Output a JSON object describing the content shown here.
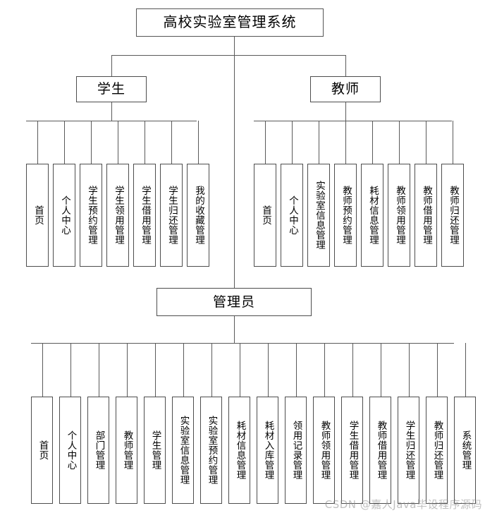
{
  "diagram": {
    "type": "tree",
    "title": "高校实验室管理系统",
    "root": {
      "label": "高校实验室管理系统"
    },
    "roles": [
      {
        "id": "student",
        "label": "学生",
        "children": [
          "首页",
          "个人中心",
          "学生预约管理",
          "学生领用管理",
          "学生借用管理",
          "学生归还管理",
          "我的收藏管理"
        ]
      },
      {
        "id": "teacher",
        "label": "教师",
        "children": [
          "首页",
          "个人中心",
          "实验室信息管理",
          "教师预约管理",
          "耗材信息管理",
          "教师领用管理",
          "教师借用管理",
          "教师归还管理"
        ]
      },
      {
        "id": "admin",
        "label": "管理员",
        "children": [
          "首页",
          "个人中心",
          "部门管理",
          "教师管理",
          "学生管理",
          "实验室信息管理",
          "实验室预约管理",
          "耗材信息管理",
          "耗材入库管理",
          "领用记录管理",
          "教师领用管理",
          "学生借用管理",
          "教师借用管理",
          "学生归还管理",
          "教师归还管理",
          "系统管理"
        ]
      }
    ],
    "watermark": "CSDN @嘉人Java毕设程序源码",
    "colors": {
      "border": "#4d4d4d",
      "line": "#5a5a5a",
      "background": "#ffffff",
      "text": "#000000"
    }
  }
}
